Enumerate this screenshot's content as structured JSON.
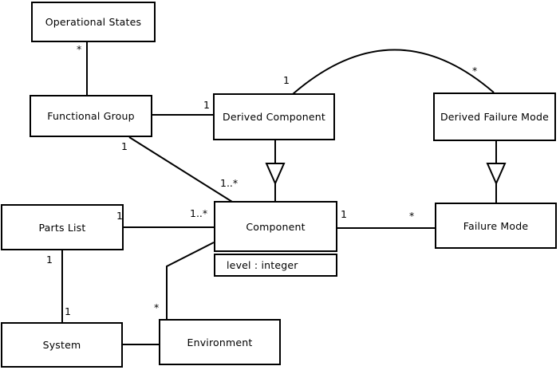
{
  "diagram": {
    "type": "uml-class-diagram",
    "background_color": "#ffffff",
    "line_color": "#000000",
    "boxes": [
      {
        "id": "operational-states",
        "label": "Operational States"
      },
      {
        "id": "functional-group",
        "label": "Functional Group"
      },
      {
        "id": "derived-component",
        "label": "Derived Component"
      },
      {
        "id": "derived-failure-mode",
        "label": "Derived Failure Mode"
      },
      {
        "id": "parts-list",
        "label": "Parts List"
      },
      {
        "id": "component",
        "label": "Component",
        "attribute": "level : integer"
      },
      {
        "id": "failure-mode",
        "label": "Failure Mode"
      },
      {
        "id": "system",
        "label": "System"
      },
      {
        "id": "environment",
        "label": "Environment"
      }
    ],
    "multiplicities": [
      {
        "edge": "operational-states_functional-group",
        "end": "operational-states",
        "text": "*"
      },
      {
        "edge": "functional-group_derived-component",
        "end": "derived-component",
        "text": "1"
      },
      {
        "edge": "functional-group_component",
        "end": "functional-group",
        "text": "1"
      },
      {
        "edge": "functional-group_component",
        "end": "component",
        "text": "1..*"
      },
      {
        "edge": "parts-list_component",
        "end": "parts-list",
        "text": "1"
      },
      {
        "edge": "parts-list_component",
        "end": "component",
        "text": "1..*"
      },
      {
        "edge": "component_failure-mode",
        "end": "component",
        "text": "1"
      },
      {
        "edge": "component_failure-mode",
        "end": "failure-mode",
        "text": "*"
      },
      {
        "edge": "derived-component_derived-failure-mode",
        "end": "derived-component",
        "text": "1"
      },
      {
        "edge": "derived-component_derived-failure-mode",
        "end": "derived-failure-mode",
        "text": "*"
      },
      {
        "edge": "parts-list_system",
        "end": "parts-list",
        "text": "1"
      },
      {
        "edge": "parts-list_system",
        "end": "system",
        "text": "1"
      },
      {
        "edge": "environment_component",
        "end": "environment",
        "text": "*"
      }
    ],
    "generalizations": [
      {
        "child": "derived-component",
        "parent": "component"
      },
      {
        "child": "derived-failure-mode",
        "parent": "failure-mode"
      }
    ]
  }
}
